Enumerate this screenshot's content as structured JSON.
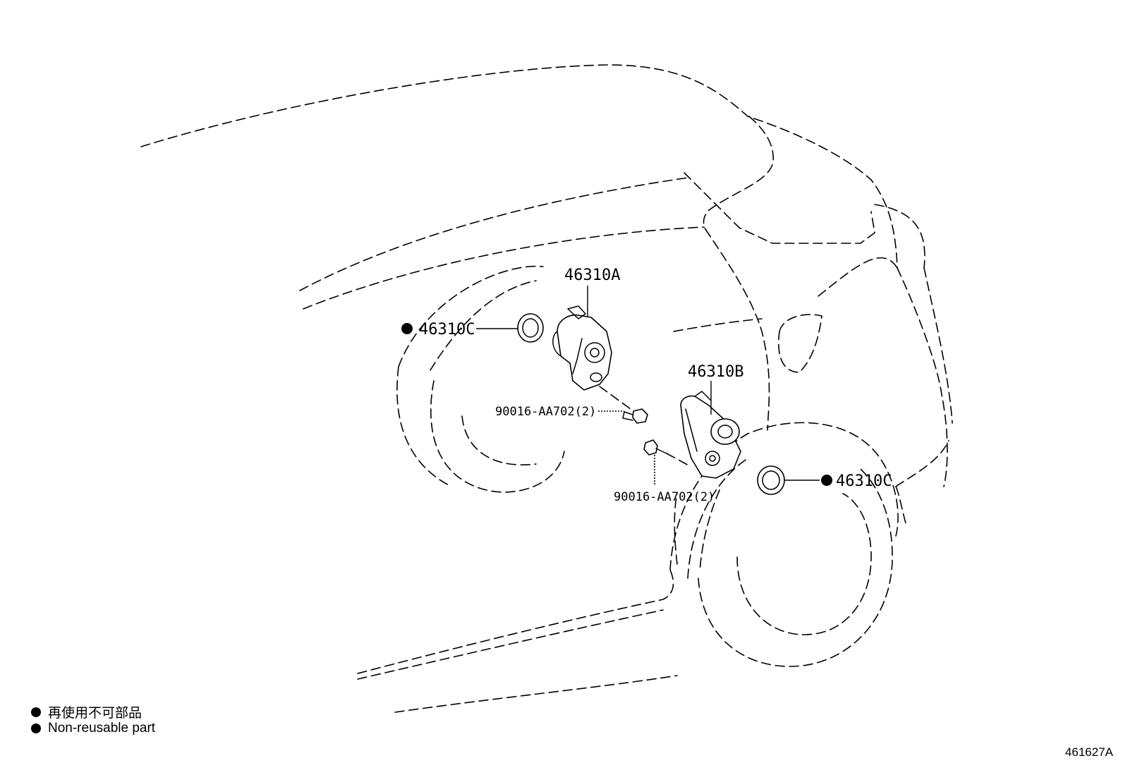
{
  "callouts": {
    "sensor_a": "46310A",
    "sensor_b": "46310B",
    "gasket_left": "46310C",
    "gasket_right": "46310C",
    "bolt_upper": "90016-AA702(2)",
    "bolt_lower": "90016-AA702(2)"
  },
  "legend": {
    "non_reusable_jp": "再使用不可部品",
    "non_reusable_en": "Non-reusable part"
  },
  "diagram_code": "461627A"
}
